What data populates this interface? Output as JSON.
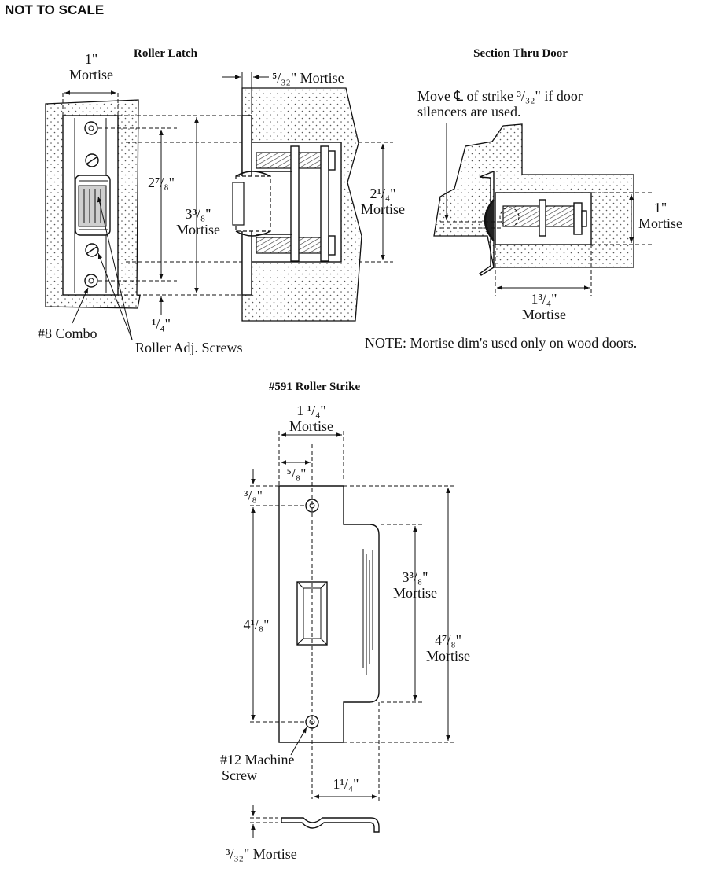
{
  "header": "NOT TO SCALE",
  "roller_latch": {
    "title": "Roller Latch",
    "width_value": "1\"",
    "width_label": "Mortise",
    "screw_spacing": "2⁷/₈\"",
    "mortise_height_value": "3³/₈\"",
    "mortise_height_label": "Mortise",
    "offset": "¹/₄\"",
    "screw_note": "#8 Combo",
    "adj_note": "Roller Adj. Screws",
    "face_mortise": "⁵/₃₂\" Mortise",
    "body_height_value": "2¹/₄\"",
    "body_height_label": "Mortise"
  },
  "section": {
    "title": "Section Thru Door",
    "note_line1": "Move ℄ of strike ³/₃₂\" if door",
    "note_line2": "silencers are used.",
    "depth_value": "1\"",
    "depth_label": "Mortise",
    "length_value": "1³/₄\"",
    "length_label": "Mortise",
    "note": "NOTE:  Mortise dim's used only on wood doors."
  },
  "roller_strike": {
    "title": "#591 Roller Strike",
    "width_value": "1 ¹/₄\"",
    "width_label": "Mortise",
    "center_offset": "⁵/₈\"",
    "top_offset": "³/₈\"",
    "screw_spacing": "4¹/₈\"",
    "lip_height_value": "3³/₈\"",
    "lip_height_label": "Mortise",
    "plate_height_value": "4⁷/₈\"",
    "plate_height_label": "Mortise",
    "screw_note_line1": "#12 Machine",
    "screw_note_line2": "Screw",
    "lip_length": "1¹/₄\"",
    "thickness": "³/₃₂\" Mortise"
  }
}
